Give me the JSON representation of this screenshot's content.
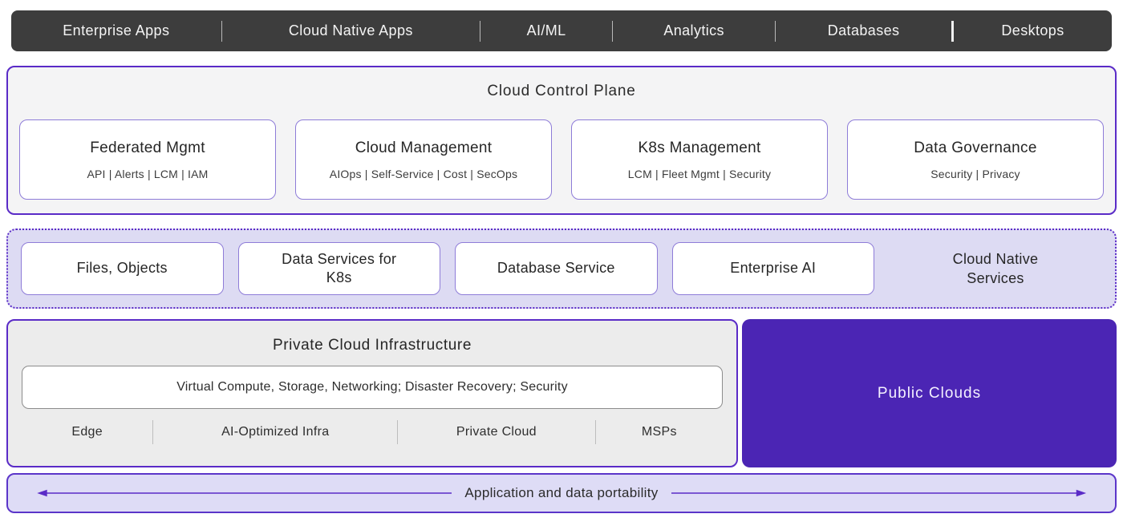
{
  "colors": {
    "accent_purple": "#5a2bc7",
    "deep_purple": "#4b25b4",
    "topbar_bg": "#3d3d3d",
    "lavender_bg": "#dddbf3",
    "gray_bg": "#ececec"
  },
  "topbar": {
    "items": [
      "Enterprise Apps",
      "Cloud Native Apps",
      "AI/ML",
      "Analytics",
      "Databases",
      "Desktops"
    ]
  },
  "control_plane": {
    "title": "Cloud Control Plane",
    "cards": [
      {
        "title": "Federated Mgmt",
        "subtitle": "API | Alerts | LCM | IAM"
      },
      {
        "title": "Cloud Management",
        "subtitle": "AIOps | Self-Service | Cost | SecOps"
      },
      {
        "title": "K8s Management",
        "subtitle": "LCM | Fleet Mgmt | Security"
      },
      {
        "title": "Data Governance",
        "subtitle": "Security | Privacy"
      }
    ]
  },
  "services": {
    "label": "Cloud Native Services",
    "boxes": [
      "Files, Objects",
      "Data Services for K8s",
      "Database Service",
      "Enterprise AI"
    ]
  },
  "infrastructure": {
    "title": "Private Cloud Infrastructure",
    "capabilities": "Virtual Compute, Storage, Networking; Disaster Recovery; Security",
    "deployments": [
      "Edge",
      "AI-Optimized Infra",
      "Private Cloud",
      "MSPs"
    ]
  },
  "public_clouds": {
    "label": "Public Clouds"
  },
  "portability": {
    "label": "Application and data portability"
  }
}
